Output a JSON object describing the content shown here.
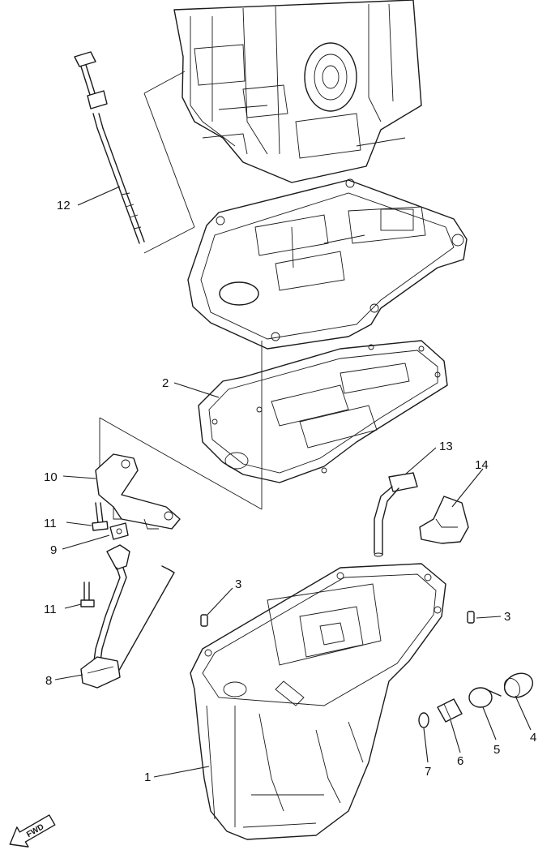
{
  "diagram": {
    "callouts": [
      {
        "id": "c1",
        "label": "1"
      },
      {
        "id": "c2",
        "label": "2"
      },
      {
        "id": "c3a",
        "label": "3"
      },
      {
        "id": "c3b",
        "label": "3"
      },
      {
        "id": "c4",
        "label": "4"
      },
      {
        "id": "c5",
        "label": "5"
      },
      {
        "id": "c6",
        "label": "6"
      },
      {
        "id": "c7",
        "label": "7"
      },
      {
        "id": "c8",
        "label": "8"
      },
      {
        "id": "c9",
        "label": "9"
      },
      {
        "id": "c10",
        "label": "10"
      },
      {
        "id": "c11a",
        "label": "11"
      },
      {
        "id": "c11b",
        "label": "11"
      },
      {
        "id": "c12",
        "label": "12"
      },
      {
        "id": "c13",
        "label": "13"
      },
      {
        "id": "c14",
        "label": "14"
      }
    ],
    "direction_marker": "FWD"
  }
}
